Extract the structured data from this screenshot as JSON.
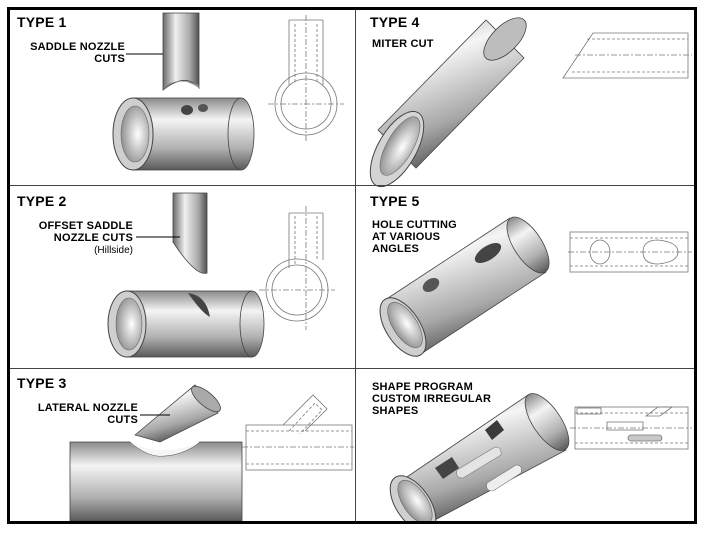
{
  "colors": {
    "border": "#000000",
    "pipe_light": "#f2f2f2",
    "pipe_mid": "#b8b8b8",
    "pipe_dark": "#5a5a5a",
    "drawing": "#777777"
  },
  "panels": [
    {
      "id": "type1",
      "title": "TYPE 1",
      "label_lines": [
        "SADDLE NOZZLE",
        "CUTS"
      ]
    },
    {
      "id": "type4",
      "title": "TYPE 4",
      "label_lines": [
        "MITER CUT"
      ]
    },
    {
      "id": "type2",
      "title": "TYPE 2",
      "label_lines": [
        "OFFSET SADDLE",
        "NOZZLE CUTS"
      ],
      "sub": "(Hillside)"
    },
    {
      "id": "type5",
      "title": "TYPE 5",
      "label_lines": [
        "HOLE CUTTING",
        "AT VARIOUS",
        "ANGLES"
      ]
    },
    {
      "id": "type3",
      "title": "TYPE 3",
      "label_lines": [
        "LATERAL NOZZLE",
        "CUTS"
      ]
    },
    {
      "id": "type6",
      "title": "",
      "label_lines": [
        "SHAPE PROGRAM",
        "CUSTOM IRREGULAR",
        "SHAPES"
      ]
    }
  ]
}
